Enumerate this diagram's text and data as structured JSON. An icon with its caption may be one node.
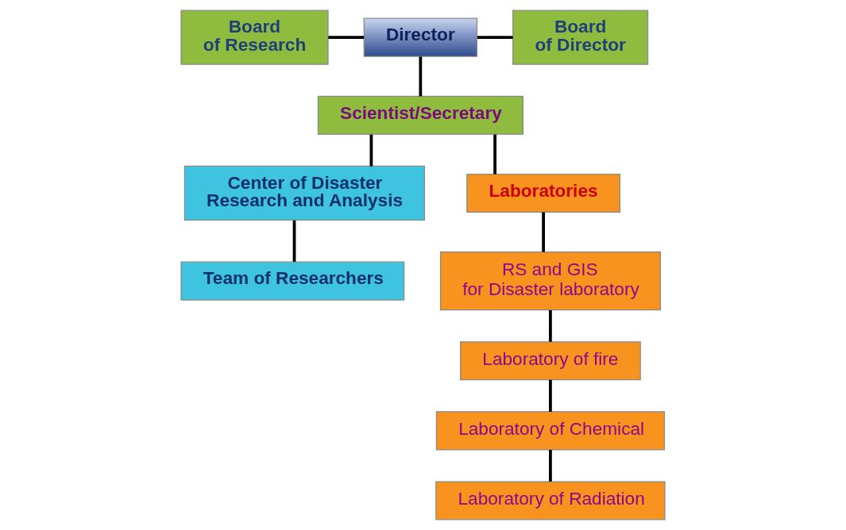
{
  "diagram": {
    "nodes": [
      {
        "text": [
          "Board of Research"
        ]
      },
      {
        "text": [
          "Director"
        ]
      },
      {
        "text": [
          "Board of Director"
        ]
      },
      {
        "text": [
          "Scientist/Secretary"
        ]
      },
      {
        "text": [
          "Center of Disaster Research and Analysis"
        ]
      },
      {
        "text": [
          "Team of Researchers"
        ]
      },
      {
        "text": [
          "Laboratories"
        ]
      },
      {
        "text": [
          "RS and GIS for Disaster laboratory"
        ]
      },
      {
        "text": [
          "Laboratory of fire"
        ]
      },
      {
        "text": [
          "Laboratory of Chemical"
        ]
      },
      {
        "text": [
          "Laboratory of Radiation"
        ]
      }
    ],
    "edges": [
      {
        "from": 0,
        "to": 1,
        "arrow": "none"
      },
      {
        "from": 1,
        "to": 2,
        "arrow": "none"
      },
      {
        "from": 1,
        "to": 3,
        "arrow": "none"
      },
      {
        "from": 3,
        "to": 4,
        "arrow": "none"
      },
      {
        "from": 4,
        "to": 5,
        "arrow": "none"
      },
      {
        "from": 3,
        "to": 6,
        "arrow": "none"
      },
      {
        "from": 6,
        "to": 7,
        "arrow": "none"
      },
      {
        "from": 7,
        "to": 8,
        "arrow": "none"
      },
      {
        "from": 8,
        "to": 9,
        "arrow": "none"
      },
      {
        "from": 9,
        "to": 10,
        "arrow": "none"
      }
    ]
  }
}
